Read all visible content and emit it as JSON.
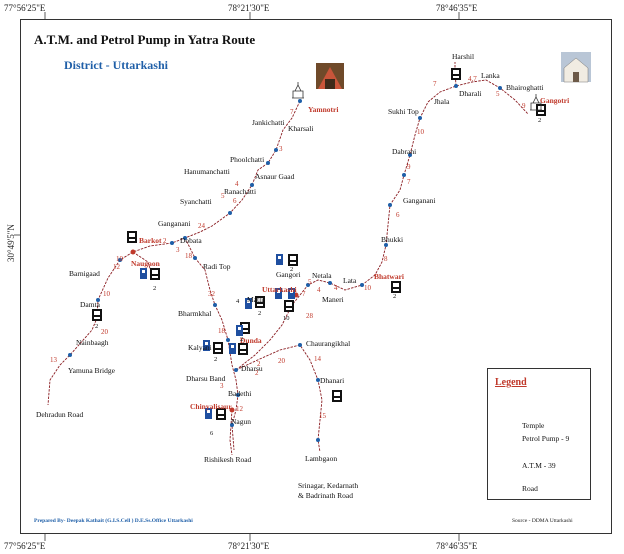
{
  "title": "A.T.M. and Petrol Pump in Yatra Route",
  "subtitle": "District - Uttarkashi",
  "coords": {
    "top_left": "77°56'25\"E",
    "top_mid": "78°21'30\"E",
    "top_right": "78°46'35\"E",
    "bottom_left": "77°56'25\"E",
    "bottom_mid": "78°21'30\"E",
    "bottom_right": "78°46'35\"E",
    "left_lat": "30°49'5\"N"
  },
  "places": {
    "harsil": "Harshil",
    "lanka": "Lanka",
    "bhairoghati": "Bhairoghatti",
    "dharali": "Dharali",
    "jhala": "Jhala",
    "gangotri": "Gangotri",
    "sukhi_top": "Sukhi Top",
    "yamnotri": "Yamnotri",
    "jankichatti": "Jankichatti",
    "kharsali": "Kharsali",
    "phoolchatti": "Phoolchatti",
    "hanumanchatti": "Hanumanchatti",
    "asnaur_gaad": "Asnaur Gaad",
    "ranachatti": "Ranachatti",
    "syanchatti": "Syanchatti",
    "dabrani": "Dabrani",
    "gangnani": "Ganganani",
    "gangnani2": "Ganganani",
    "dobata": "Dobata",
    "barkot": "Barkot",
    "naugaon": "Naugaon",
    "barnigaad": "Barnigaad",
    "radi_top": "Radi Top",
    "bhukki": "Bhukki",
    "bhatwari": "Bhatwari",
    "lata": "Lata",
    "netala": "Netala",
    "gangori": "Gangori",
    "maneri": "Maneri",
    "uttarkashi": "Uttarkashi",
    "matli": "Matli",
    "damta": "Damta",
    "nainbagh": "Nainbaagh",
    "bharmkhal": "Bharmkhal",
    "kalyani": "Kalyani",
    "dunda": "Dunda",
    "chaurangikhal": "Chaurangikhal",
    "dharasu": "Dharsu",
    "dharasu_band": "Dharsu Band",
    "yamuna_bridge": "Yamuna Bridge",
    "badethi": "Badethi",
    "dhanari": "Dhanari",
    "chinyalisaur": "Chinyalisaur",
    "nagun": "Nagun",
    "dehradun_road": "Dehradun Road",
    "rishikesh_road": "Rishikesh Road",
    "lambgaon": "Lambgaon",
    "srinagar1": "Srinagar, Kedarnath",
    "srinagar2": "& Badrinath Road"
  },
  "distances": [
    "4.7",
    "7",
    "5",
    "9",
    "7",
    "3",
    "10",
    "4",
    "9",
    "7",
    "5",
    "6",
    "6",
    "24",
    "3",
    "2",
    "10",
    "8",
    "10",
    "4",
    "5",
    "4",
    "7",
    "12",
    "18",
    "10",
    "32",
    "20",
    "13",
    "28",
    "14",
    "15",
    "3",
    "2",
    "18",
    "20",
    "2",
    "12"
  ],
  "counts": [
    "2",
    "2",
    "2",
    "2",
    "2",
    "2",
    "2",
    "2",
    "4",
    "10",
    "6"
  ],
  "legend": {
    "title": "Legend",
    "temple": "Temple",
    "petrol": "Petrol Pump - 9",
    "atm": "A.T.M - 39",
    "road": "Road"
  },
  "footer": {
    "prepared": "Prepared By- Deepak Kathait (G.I.S.Cell ) D.E.Ss.Office Uttarkashi",
    "source": "Source - DDMA Uttarkashi"
  },
  "colors": {
    "road": "#c0392b",
    "node": "#1f5fa8",
    "title_blue": "#1f5fa8",
    "red_text": "#c0392b"
  }
}
